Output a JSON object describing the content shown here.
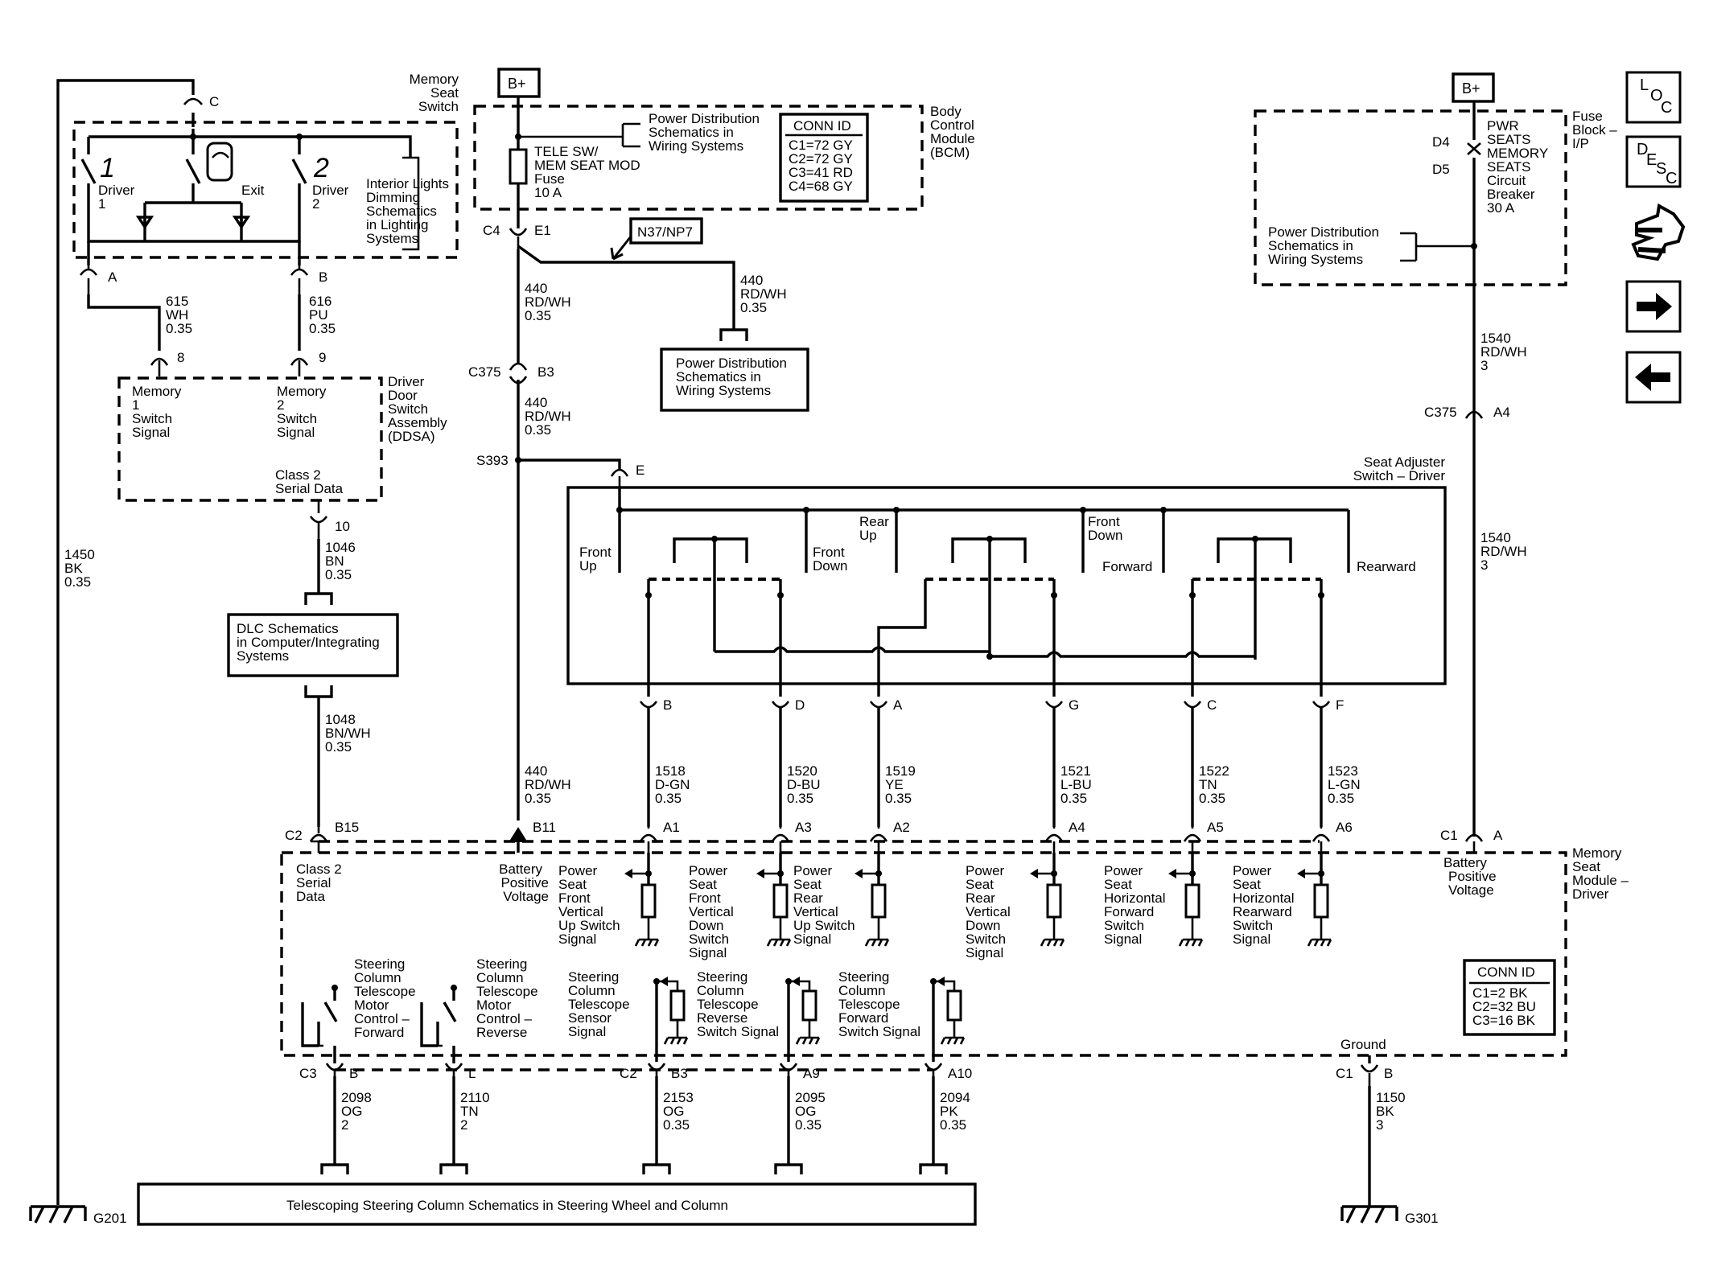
{
  "nav_buttons": [
    {
      "label": "LOC",
      "glyphs": [
        "L",
        "O",
        "C"
      ]
    },
    {
      "label": "DESC",
      "glyphs": [
        "D",
        "E",
        "S",
        "C"
      ]
    }
  ],
  "icons": [
    "connector-harness-icon",
    "arrow-right-icon",
    "arrow-left-icon"
  ],
  "labels": {
    "mss_title": [
      "Memory",
      "Seat",
      "Switch"
    ],
    "c_pin": "C",
    "driver1_num": "1",
    "driver1": [
      "Driver",
      "1"
    ],
    "exit": "Exit",
    "driver2_num": "2",
    "driver2": [
      "Driver",
      "2"
    ],
    "interior": [
      "Interior Lights",
      "Dimming",
      "Schematics",
      "in Lighting",
      "Systems"
    ],
    "pin_a": "A",
    "pin_b": "B",
    "w615": [
      "615",
      "WH",
      "0.35"
    ],
    "w616": [
      "616",
      "PU",
      "0.35"
    ],
    "pin8": "8",
    "pin9": "9",
    "mem1": [
      "Memory",
      "1",
      "Switch",
      "Signal"
    ],
    "mem2": [
      "Memory",
      "2",
      "Switch",
      "Signal"
    ],
    "ddsa": [
      "Driver",
      "Door",
      "Switch",
      "Assembly",
      "(DDSA)"
    ],
    "class2sd": [
      "Class 2",
      "Serial Data"
    ],
    "pin10": "10",
    "w1046": [
      "1046",
      "BN",
      "0.35"
    ],
    "dlc": [
      "DLC Schematics",
      "in Computer/Integrating",
      "Systems"
    ],
    "w1048": [
      "1048",
      "BN/WH",
      "0.35"
    ],
    "w1450": [
      "1450",
      "BK",
      "0.35"
    ],
    "bplus1": "B+",
    "bplus2": "B+",
    "fuse": [
      "TELE SW/",
      "MEM SEAT MOD",
      "Fuse",
      "10 A"
    ],
    "pd1": [
      "Power Distribution",
      "Schematics in",
      "Wiring Systems"
    ],
    "conn_bcm_title": "CONN ID",
    "conn_bcm": [
      "C1=72 GY",
      "C2=72 GY",
      "C3=41 RD",
      "C4=68 GY"
    ],
    "bcm": [
      "Body",
      "Control",
      "Module",
      "(BCM)"
    ],
    "c4": "C4",
    "e1": "E1",
    "n37": "N37/NP7",
    "w440a": [
      "440",
      "RD/WH",
      "0.35"
    ],
    "w440b": [
      "440",
      "RD/WH",
      "0.35"
    ],
    "w440c": [
      "440",
      "RD/WH",
      "0.35"
    ],
    "w440d": [
      "440",
      "RD/WH",
      "0.35"
    ],
    "pd2": [
      "Power Distribution",
      "Schematics in",
      "Wiring Systems"
    ],
    "c375_b3": "C375",
    "b3_pin": "B3",
    "s393": "S393",
    "pin_e": "E",
    "sas_title": [
      "Seat Adjuster",
      "Switch – Driver"
    ],
    "front_up": [
      "Front",
      "Up"
    ],
    "front_down": [
      "Front",
      "Down"
    ],
    "rear_up": [
      "Rear",
      "Up"
    ],
    "rear_front_down": [
      "Front",
      "Down"
    ],
    "forward": "Forward",
    "rearward": "Rearward",
    "sas_pins": [
      "B",
      "D",
      "A",
      "G",
      "C",
      "F"
    ],
    "sas_wires": [
      [
        "1518",
        "D-GN",
        "0.35"
      ],
      [
        "1520",
        "D-BU",
        "0.35"
      ],
      [
        "1519",
        "YE",
        "0.35"
      ],
      [
        "1521",
        "L-BU",
        "0.35"
      ],
      [
        "1522",
        "TN",
        "0.35"
      ],
      [
        "1523",
        "L-GN",
        "0.35"
      ]
    ],
    "msm_top_pins": [
      "A1",
      "A3",
      "A2",
      "A4",
      "A5",
      "A6"
    ],
    "c2": "C2",
    "b15": "B15",
    "b11": "B11",
    "c1_top": "C1",
    "a_top": "A",
    "fuse_block": [
      "Fuse",
      "Block –",
      "I/P"
    ],
    "d4": "D4",
    "d5": "D5",
    "cb": [
      "PWR",
      "SEATS",
      "MEMORY",
      "SEATS",
      "Circuit",
      "Breaker",
      "30 A"
    ],
    "pd3": [
      "Power Distribution",
      "Schematics in",
      "Wiring Systems"
    ],
    "w1540a": [
      "1540",
      "RD/WH",
      "3"
    ],
    "w1540b": [
      "1540",
      "RD/WH",
      "3"
    ],
    "c375_a4": "C375",
    "a4_pin": "A4",
    "msm": [
      "Memory",
      "Seat",
      "Module –",
      "Driver"
    ],
    "class2_msm": [
      "Class 2",
      "Serial",
      "Data"
    ],
    "bpv": [
      "Battery",
      "Positive",
      "Voltage"
    ],
    "bpv2": [
      "Battery",
      "Positive",
      "Voltage"
    ],
    "sig1": [
      "Power",
      "Seat",
      "Front",
      "Vertical",
      "Up Switch",
      "Signal"
    ],
    "sig2": [
      "Power",
      "Seat",
      "Front",
      "Vertical",
      "Down",
      "Switch",
      "Signal"
    ],
    "sig3": [
      "Power",
      "Seat",
      "Rear",
      "Vertical",
      "Up Switch",
      "Signal"
    ],
    "sig4": [
      "Power",
      "Seat",
      "Rear",
      "Vertical",
      "Down",
      "Switch",
      "Signal"
    ],
    "sig5": [
      "Power",
      "Seat",
      "Horizontal",
      "Forward",
      "Switch",
      "Signal"
    ],
    "sig6": [
      "Power",
      "Seat",
      "Horizontal",
      "Rearward",
      "Switch",
      "Signal"
    ],
    "conn_msm_title": "CONN ID",
    "conn_msm": [
      "C1=2 BK",
      "C2=32 BU",
      "C3=16 BK"
    ],
    "sc1": [
      "Steering",
      "Column",
      "Telescope",
      "Motor",
      "Control –",
      "Forward"
    ],
    "sc2": [
      "Steering",
      "Column",
      "Telescope",
      "Motor",
      "Control –",
      "Reverse"
    ],
    "sc3": [
      "Steering",
      "Column",
      "Telescope",
      "Sensor",
      "Signal"
    ],
    "sc4": [
      "Steering",
      "Column",
      "Telescope",
      "Reverse",
      "Switch Signal"
    ],
    "sc5": [
      "Steering",
      "Column",
      "Telescope",
      "Forward",
      "Switch Signal"
    ],
    "ground": "Ground",
    "c3_bot": "C3",
    "c2_bot": "C2",
    "c1_bot": "C1",
    "bot_pins": [
      "B",
      "L",
      "B3",
      "A9",
      "A10"
    ],
    "b_right": "B",
    "bot_wires": [
      [
        "2098",
        "OG",
        "2"
      ],
      [
        "2110",
        "TN",
        "2"
      ],
      [
        "2153",
        "OG",
        "0.35"
      ],
      [
        "2095",
        "OG",
        "0.35"
      ],
      [
        "2094",
        "PK",
        "0.35"
      ]
    ],
    "w1150": [
      "1150",
      "BK",
      "3"
    ],
    "tele": "Telescoping Steering Column Schematics in Steering Wheel and Column",
    "g201": "G201",
    "g301": "G301"
  }
}
